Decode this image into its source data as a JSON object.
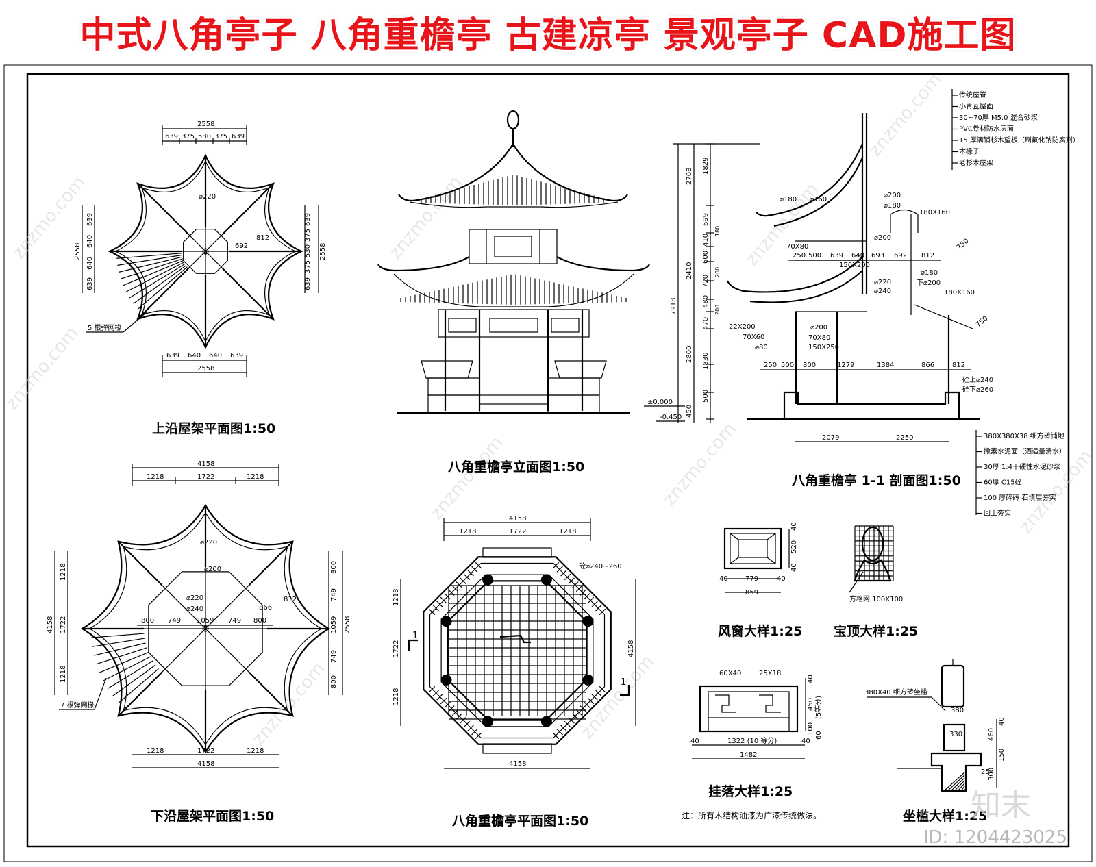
{
  "banner": {
    "title": "中式八角亭子 八角重檐亭 古建凉亭 景观亭子 CAD施工图"
  },
  "watermark": {
    "text": "znzmo.com",
    "brand": "知末",
    "image_id": "ID: 1204423025"
  },
  "views": {
    "upper_plan": {
      "caption": "上沿屋架平面图1:50",
      "top_total": "2558",
      "top_segments": [
        "639",
        "375",
        "530",
        "375",
        "639"
      ],
      "bottom_total": "2558",
      "bottom_segments": [
        "639",
        "640",
        "640",
        "639"
      ],
      "left_total": "2558",
      "left_segments": [
        "639",
        "640",
        "640",
        "639"
      ],
      "right_total": "2558",
      "right_segments": [
        "639",
        "375",
        "530",
        "375",
        "639"
      ],
      "dia": "⌀220",
      "diag_a": "692",
      "diag_b": "812",
      "note": "5 根弹网椽"
    },
    "elevation": {
      "caption": "八角重檐亭立面图1:50"
    },
    "section": {
      "caption": "八角重檐亭 1-1 剖面图1:50",
      "roof_layers": [
        "传统屋脊",
        "小青瓦屋面",
        "30~70厚 M5.0 混合砂浆",
        "PVC卷材防水层面",
        "15 厚满铺杉木望板（刷氟化钠防腐剂）",
        "木椽子",
        "老杉木屋架"
      ],
      "floor_layers": [
        "380X380X38 细方砖铺地",
        "撒素水泥面（洒适量清水）",
        "30厚 1:4干硬性水泥砂浆",
        "60厚 C15砼",
        "100 厚碎砖  石填层夯实",
        "回土夯实"
      ],
      "left_dims_outer": [
        "2708",
        "2410",
        "2800",
        "450"
      ],
      "left_dims_inner": [
        "1829",
        "699",
        "410",
        "600",
        "720",
        "480",
        "470",
        "1830",
        "500"
      ],
      "small_vals": [
        "180",
        "200",
        "200"
      ],
      "levels": [
        "±0.000",
        "-0.450"
      ],
      "top_labels": [
        "⌀180",
        "⌀160",
        "⌀200",
        "⌀180",
        "180X160",
        "⌀200",
        "70X80",
        "150X200",
        "⌀220",
        "⌀240",
        "⌀180",
        "下⌀200",
        "180X160"
      ],
      "mid_row": [
        "250",
        "500",
        "639",
        "640",
        "693",
        "692",
        "812"
      ],
      "low_labels": [
        "22X200",
        "70X60",
        "⌀80",
        "⌀200",
        "70X80",
        "150X250"
      ],
      "low_row": [
        "250",
        "500",
        "800",
        "1279",
        "1384",
        "866",
        "812"
      ],
      "base_labels": [
        "砼上⌀240",
        "砼下⌀260"
      ],
      "base_row": [
        "2079",
        "2250"
      ],
      "angle": "750",
      "total": "7918"
    },
    "lower_plan": {
      "caption": "下沿屋架平面图1:50",
      "top_total": "4158",
      "top_segments": [
        "1218",
        "1722",
        "1218"
      ],
      "bottom_total": "4158",
      "bottom_segments": [
        "1218",
        "1722",
        "1218"
      ],
      "left_total": "4158",
      "left_segments": [
        "1218",
        "1722",
        "1218"
      ],
      "right_total": "2558",
      "right_segments": [
        "800",
        "749",
        "1059",
        "749",
        "800"
      ],
      "mid_row": [
        "800",
        "749",
        "1059",
        "749",
        "800"
      ],
      "dias": [
        "⌀220",
        "⌀200",
        "⌀220",
        "⌀240"
      ],
      "diag_a": "866",
      "diag_b": "812",
      "note": "7 根弹网椽"
    },
    "floor_plan": {
      "caption": "八角重檐亭平面图1:50",
      "top_total": "4158",
      "top_segments": [
        "1218",
        "1722",
        "1218"
      ],
      "bottom_total": "4158",
      "left_segments": [
        "1218",
        "1722",
        "1218"
      ],
      "right_total": "4158",
      "col_note": "砼⌀240~260",
      "section_mark": "1"
    },
    "wind_window": {
      "caption": "风窗大样1:25",
      "w_inner": "779",
      "w_total": "859",
      "side": "40",
      "h1": "40",
      "h2": "520",
      "h3": "40"
    },
    "finial": {
      "caption": "宝顶大样1:25",
      "note": "方格网 100X100"
    },
    "hanging": {
      "caption": "挂落大样1:25",
      "lbl_a": "60X40",
      "lbl_b": "25X18",
      "w_inner": "1322 (10 等分)",
      "w_total": "1482",
      "side": "40",
      "h1": "40",
      "h2": "450",
      "h3": "(5等分)",
      "h4": "100",
      "h5": "60"
    },
    "seat": {
      "caption": "坐槛大样1:25",
      "note": "380X40 细方砖坐槛",
      "d1": "380",
      "d2": "330",
      "d3": "460",
      "d4": "150",
      "d5": "300",
      "d6": "25",
      "d7": "40"
    },
    "general_note": "注：所有木结构油漆为广漆传统做法。"
  }
}
